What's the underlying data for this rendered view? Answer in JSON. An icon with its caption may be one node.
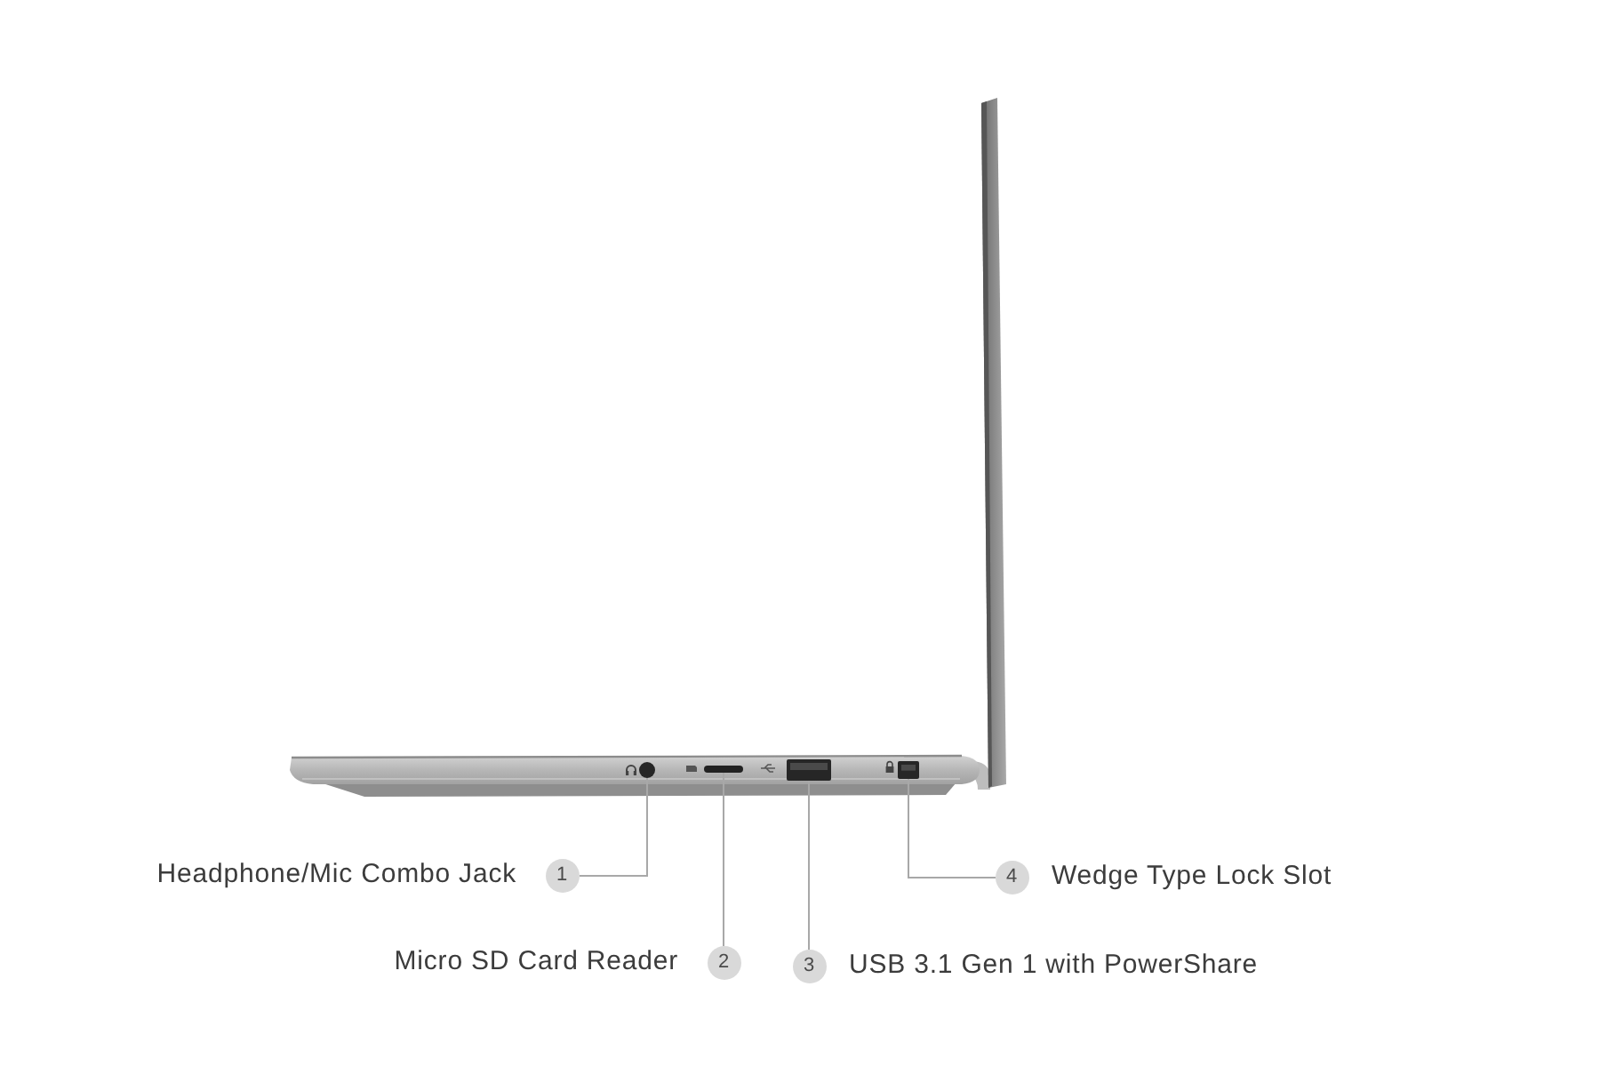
{
  "diagram": {
    "nodes": [
      {
        "text": [
          "1"
        ],
        "beside": [
          "Headphone/Mic Combo Jack"
        ]
      },
      {
        "text": [],
        "shape": "circle"
      },
      {
        "text": [
          "2"
        ],
        "beside": [
          "Micro SD Card Reader"
        ]
      },
      {
        "text": [],
        "shape": "bar"
      },
      {
        "text": [
          "3"
        ],
        "beside": [
          "USB 3.1 Gen 1 with PowerShare"
        ]
      },
      {
        "text": [],
        "shape": "box"
      },
      {
        "text": [
          "4"
        ],
        "beside": [
          "Wedge Type Lock Slot"
        ]
      },
      {
        "text": [],
        "shape": "box"
      }
    ],
    "edges": [
      {
        "from": 0,
        "to": 1,
        "arrow": "none"
      },
      {
        "from": 2,
        "to": 3,
        "arrow": "none"
      },
      {
        "from": 4,
        "to": 5,
        "arrow": "none"
      },
      {
        "from": 6,
        "to": 7,
        "arrow": "none"
      }
    ]
  }
}
